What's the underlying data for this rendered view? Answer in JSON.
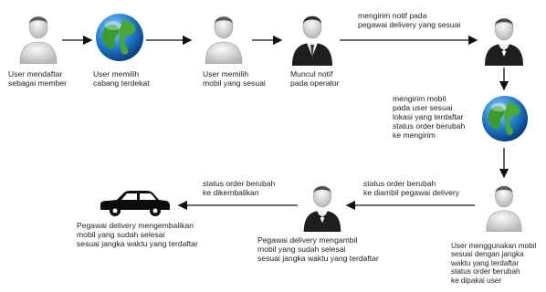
{
  "nodes": {
    "user_register": {
      "icon": "user-icon",
      "label": "User mendaftar\nsebagai member"
    },
    "user_branch": {
      "icon": "globe-icon",
      "label": "User memilih\ncabang terdekat"
    },
    "user_car": {
      "icon": "user-icon",
      "label": "User memilih\nmobil yang sesuai"
    },
    "operator": {
      "icon": "businessman-icon",
      "label": "Muncul notif\npada operator"
    },
    "delivery_top": {
      "icon": "delivery-staff-icon"
    },
    "globe_right": {
      "icon": "globe-icon"
    },
    "user_use": {
      "icon": "user-icon",
      "label": "User menggunakan mobil\nsesuai dengan jangka\nwaktu yang terdaftar\nstatus order berubah\nke dipakai user"
    },
    "delivery_pick": {
      "icon": "delivery-staff-icon",
      "label": "Pegawai delivery mengambil\nmobil yang sudah selesai\nsesuai jangka waktu yang terdaftar"
    },
    "car_return": {
      "icon": "car-icon",
      "label": "Pegawai delivery mengembalikan\nmobil yang sudah selesai\nsesuai jangka waktu yang terdaftar"
    }
  },
  "edges": {
    "notify_delivery": "mengirim notif pada\npegawai delivery yang sesuai",
    "send_car": "mengirim mobil\npada user sesuai\nlokasi yang terdaftar\nstatus order berubah\nke mengirim",
    "picked_up": "status order berubah\nke diambil pegawai delivery",
    "returned": "status order berubah\nke dikembalikan"
  }
}
